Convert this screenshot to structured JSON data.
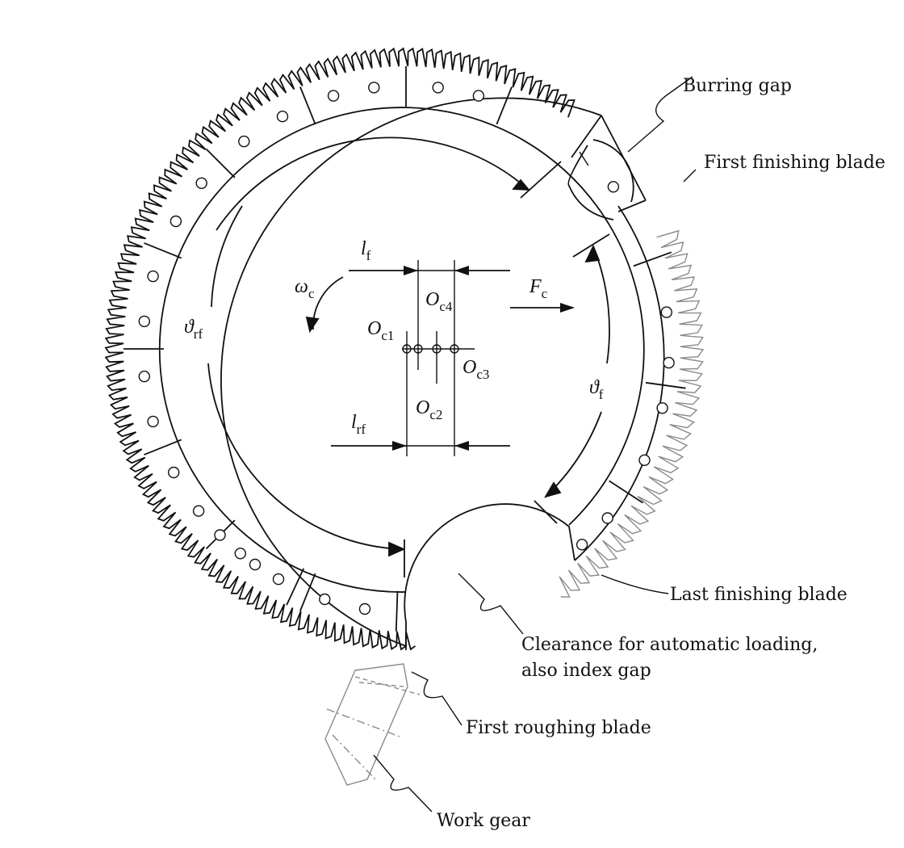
{
  "labels": {
    "burring_gap": "Burring gap",
    "first_finishing_blade": "First finishing blade",
    "last_finishing_blade": "Last finishing blade",
    "clearance_line1": "Clearance for automatic loading,",
    "clearance_line2": "also index gap",
    "first_roughing_blade": "First roughing blade",
    "work_gear": "Work gear"
  },
  "symbols": {
    "l_f": {
      "main": "l",
      "sub": "f"
    },
    "l_rf": {
      "main": "l",
      "sub": "rf"
    },
    "omega_c": {
      "main": "ω",
      "sub": "c"
    },
    "F_c": {
      "main": "F",
      "sub": "c"
    },
    "theta_rf": {
      "main": "ϑ",
      "sub": "rf"
    },
    "theta_f": {
      "main": "ϑ",
      "sub": "f"
    },
    "O_c1": {
      "main": "O",
      "sub": "c1"
    },
    "O_c2": {
      "main": "O",
      "sub": "c2"
    },
    "O_c3": {
      "main": "O",
      "sub": "c3"
    },
    "O_c4": {
      "main": "O",
      "sub": "c4"
    }
  },
  "colors": {
    "line": "#111111",
    "finishing_blades": "#8a8a8a",
    "background": "#ffffff"
  }
}
